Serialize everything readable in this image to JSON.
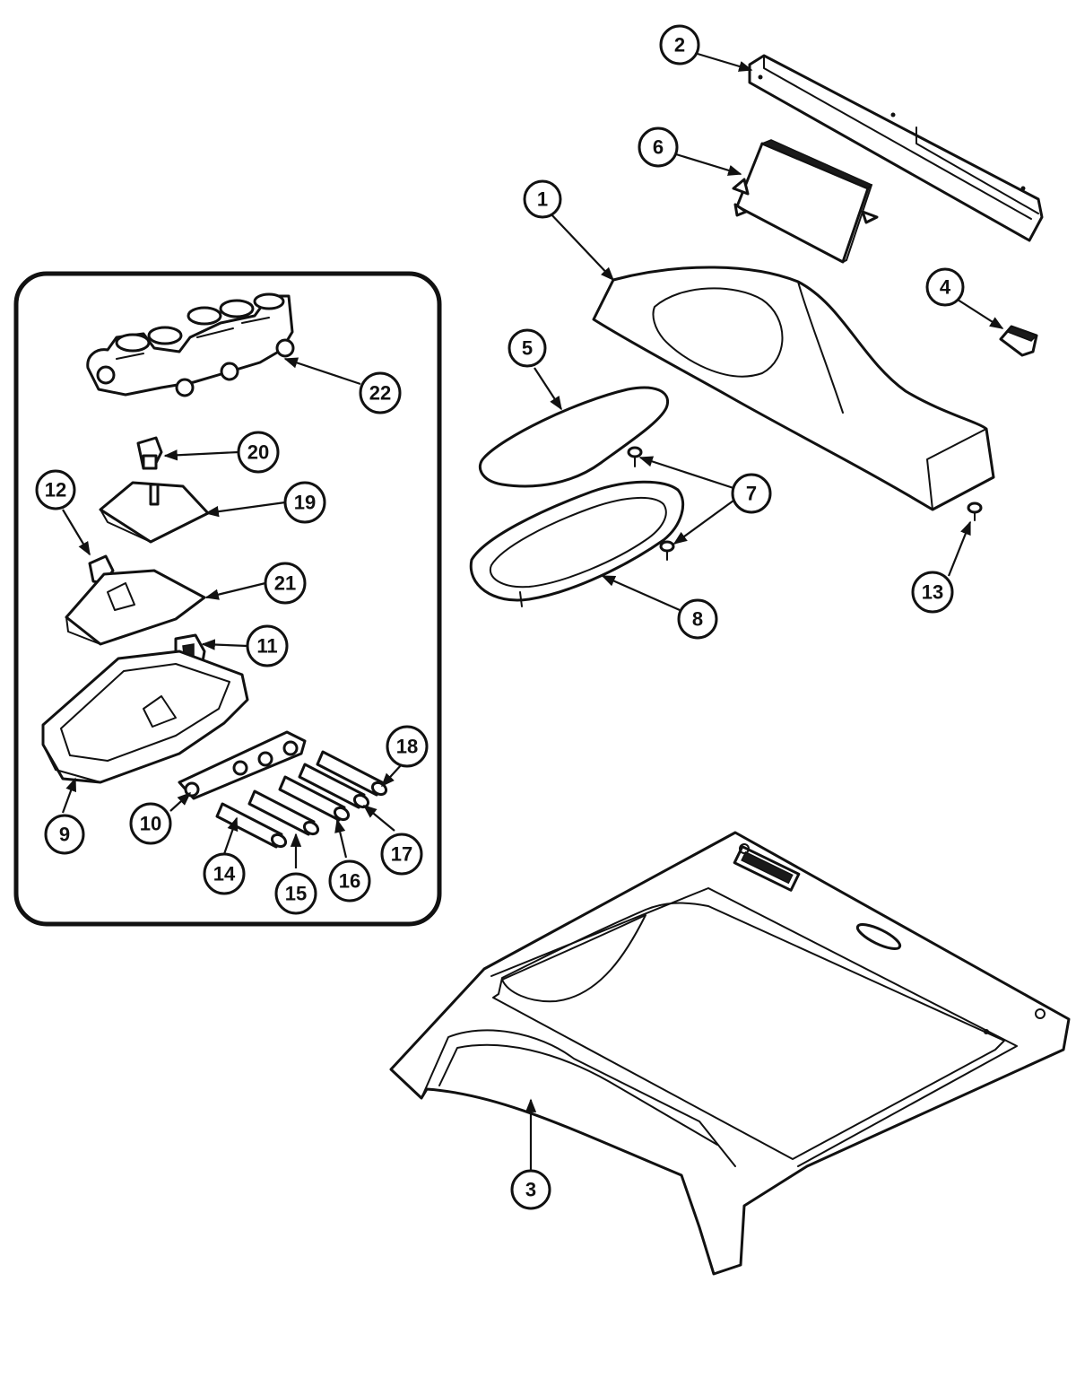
{
  "callouts": {
    "c1": "1",
    "c2": "2",
    "c3": "3",
    "c4": "4",
    "c5": "5",
    "c6": "6",
    "c7": "7",
    "c8": "8",
    "c9": "9",
    "c10": "10",
    "c11": "11",
    "c12": "12",
    "c13": "13",
    "c14": "14",
    "c15": "15",
    "c16": "16",
    "c17": "17",
    "c18": "18",
    "c19": "19",
    "c20": "20",
    "c21": "21",
    "c22": "22"
  },
  "colors": {
    "line": "#111111",
    "background": "#ffffff"
  }
}
